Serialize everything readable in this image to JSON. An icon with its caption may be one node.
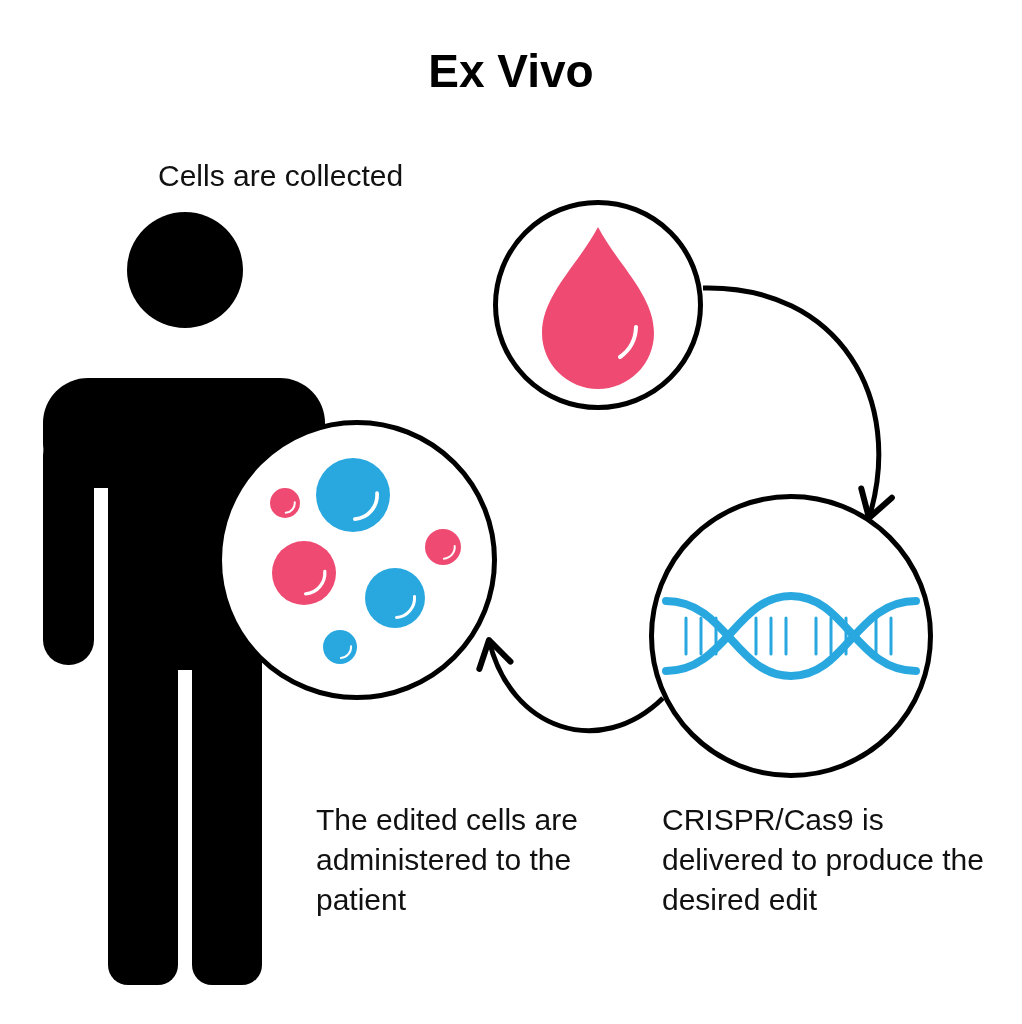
{
  "diagram": {
    "title": "Ex Vivo",
    "nodes": [
      {
        "text": [],
        "shape": "circle"
      },
      {
        "text": [],
        "shape": "circle",
        "beside": [
          "CRISPR/Cas9 is delivered to produce the desired edit"
        ]
      },
      {
        "text": [],
        "shape": "circle",
        "beside": [
          "The edited cells are administered to the patient"
        ]
      }
    ],
    "edges": [
      {
        "from": 0,
        "to": 1,
        "arrow": "to"
      },
      {
        "from": 1,
        "to": 2,
        "arrow": "to"
      }
    ],
    "labels": [
      "Cells are collected"
    ]
  }
}
